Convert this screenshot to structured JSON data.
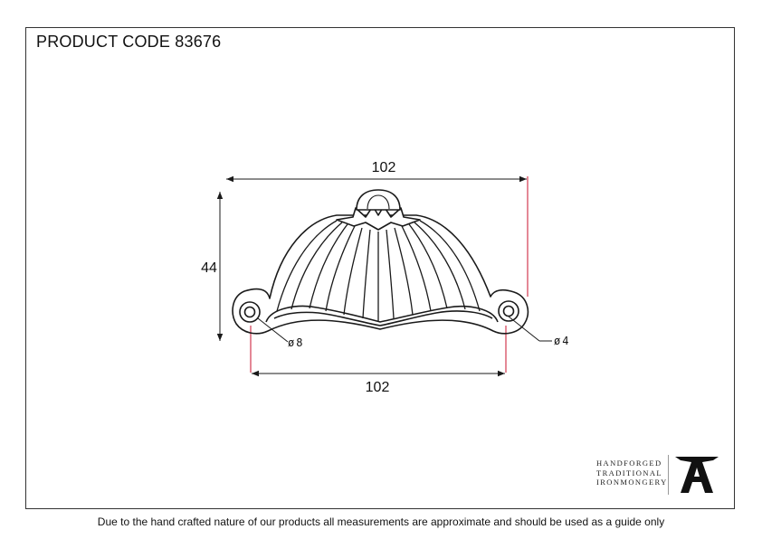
{
  "header": {
    "product_code": "PRODUCT CODE 83676"
  },
  "dimensions": {
    "overall_width": "102",
    "height": "44",
    "hole_centres": "102",
    "hole_large": "8",
    "hole_small": "4",
    "diameter_symbol": "ø"
  },
  "brand": {
    "line1": "HANDFORGED",
    "line2": "TRADITIONAL",
    "line3": "IRONMONGERY",
    "logo_icon": "anvil-a-icon"
  },
  "footer": {
    "disclaimer": "Due to the hand crafted nature of our products all measurements are approximate and should be used as a guide only"
  },
  "colors": {
    "line": "#1a1a1a",
    "extension_line": "#c8102e"
  }
}
